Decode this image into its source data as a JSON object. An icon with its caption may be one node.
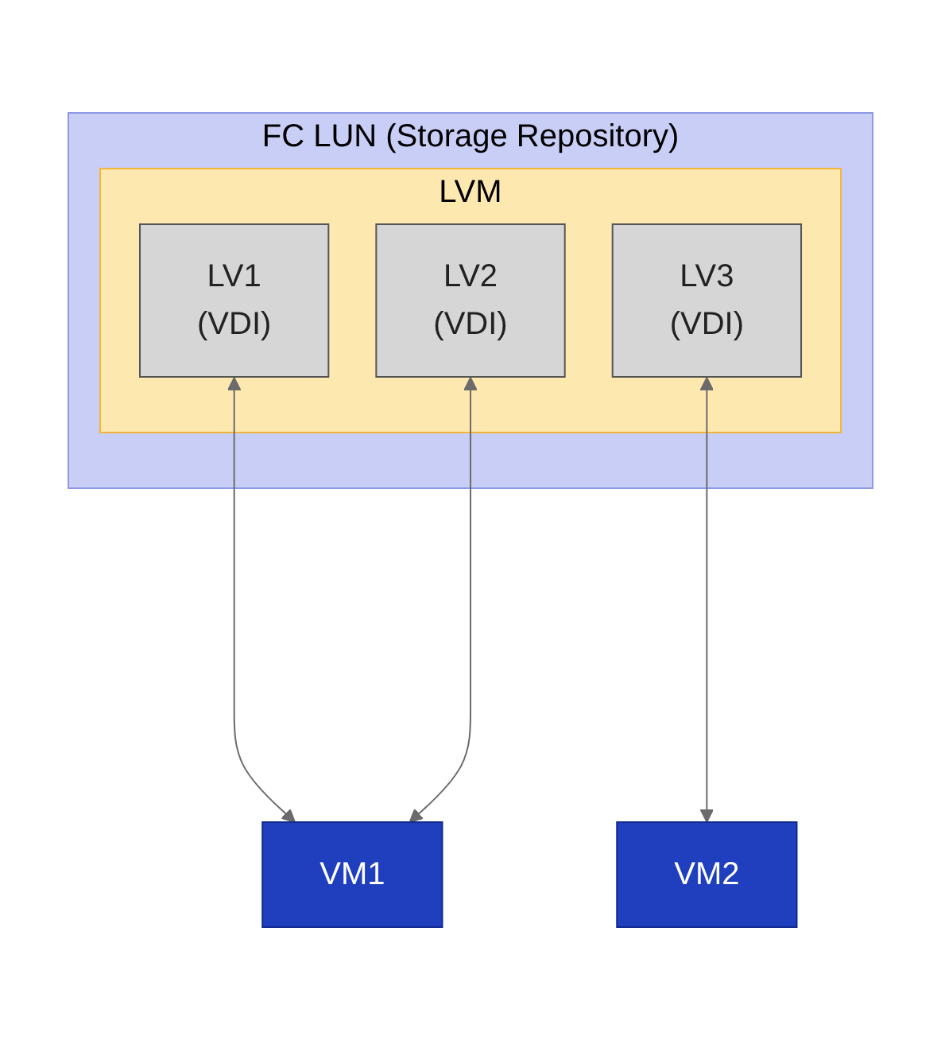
{
  "diagram": {
    "nodes": [
      {
        "text": [
          "FC LUN (Storage Repository)"
        ]
      },
      {
        "text": [
          "LVM"
        ],
        "in": 0
      },
      {
        "text": [
          "LV1",
          "(VDI)"
        ],
        "in": 1
      },
      {
        "text": [
          "LV2",
          "(VDI)"
        ],
        "in": 1
      },
      {
        "text": [
          "LV3",
          "(VDI)"
        ],
        "in": 1
      },
      {
        "text": [
          "VM1"
        ]
      },
      {
        "text": [
          "VM2"
        ]
      }
    ],
    "edges": [
      {
        "from": 2,
        "to": 5,
        "arrow": "both"
      },
      {
        "from": 3,
        "to": 5,
        "arrow": "both"
      },
      {
        "from": 4,
        "to": 6,
        "arrow": "both"
      }
    ]
  }
}
